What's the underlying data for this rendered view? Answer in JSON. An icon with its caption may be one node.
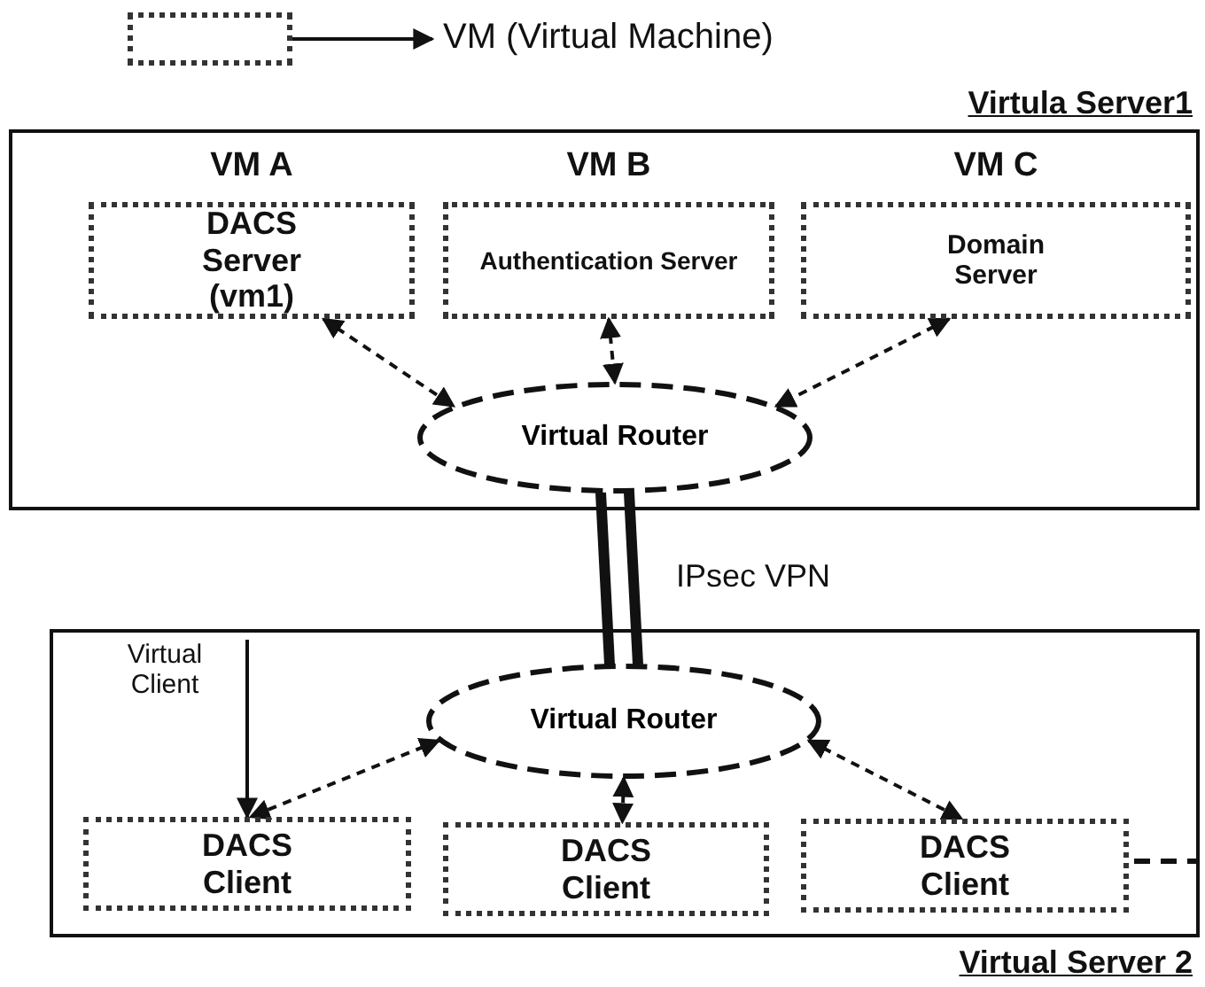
{
  "diagram": {
    "nodes": [
      {
        "text": [],
        "shape": "box"
      },
      {
        "text": [
          "VM (Virtual Machine)"
        ]
      },
      {
        "text": [
          "Virtula Server1"
        ]
      },
      {
        "text": [
          "VM A",
          "DACS Server (vm1)"
        ],
        "in": 2
      },
      {
        "text": [
          "VM B",
          "Authentication Server"
        ],
        "in": 2
      },
      {
        "text": [
          "VM C",
          "Domain Server"
        ],
        "in": 2
      },
      {
        "text": [
          "Virtual Router"
        ],
        "in": 2
      },
      {
        "text": [
          "Virtual Server 2"
        ]
      },
      {
        "text": [
          "Virtual Client"
        ],
        "in": 7
      },
      {
        "text": [
          "Virtual Router"
        ],
        "in": 7
      },
      {
        "text": [
          "DACS Client"
        ],
        "in": 7
      },
      {
        "text": [
          "DACS Client"
        ],
        "in": 7
      },
      {
        "text": [
          "DACS Client"
        ],
        "in": 7
      }
    ],
    "edges": [
      {
        "from": 0,
        "to": 1,
        "arrow": "to"
      },
      {
        "from": 3,
        "to": 6,
        "arrow": "both",
        "style": "dashed"
      },
      {
        "from": 4,
        "to": 6,
        "arrow": "both",
        "style": "dashed"
      },
      {
        "from": 5,
        "to": 6,
        "arrow": "both",
        "style": "dashed"
      },
      {
        "from": 6,
        "to": 9,
        "arrow": "none",
        "style": "thick",
        "label": "IPsec VPN"
      },
      {
        "from": 8,
        "to": 10,
        "arrow": "to"
      },
      {
        "from": 9,
        "to": 10,
        "arrow": "both",
        "style": "dashed"
      },
      {
        "from": 9,
        "to": 11,
        "arrow": "both",
        "style": "dashed"
      },
      {
        "from": 9,
        "to": 12,
        "arrow": "both",
        "style": "dashed"
      }
    ]
  }
}
